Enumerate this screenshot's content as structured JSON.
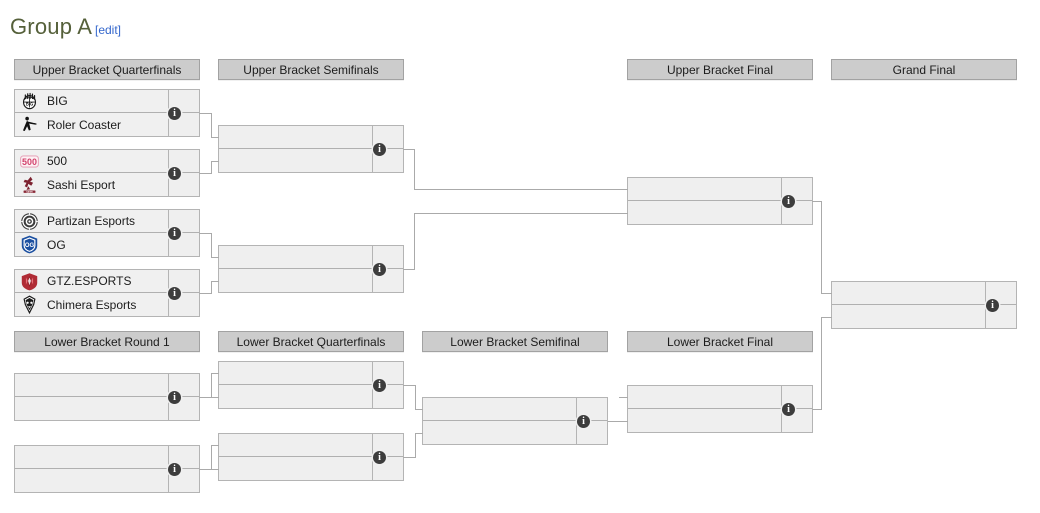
{
  "page": {
    "title": "Group A",
    "edit_label": "[edit]",
    "title_color": "#55603a",
    "link_color": "#3366cc",
    "header_bg": "#cccccc",
    "match_bg": "#f0f0f0",
    "line_color": "#aaaaaa"
  },
  "rounds": [
    {
      "id": "ubqf",
      "label": "Upper Bracket Quarterfinals"
    },
    {
      "id": "ubsf",
      "label": "Upper Bracket Semifinals"
    },
    {
      "id": "ubf",
      "label": "Upper Bracket Final"
    },
    {
      "id": "gf",
      "label": "Grand Final"
    },
    {
      "id": "lbr1",
      "label": "Lower Bracket Round 1"
    },
    {
      "id": "lbqf",
      "label": "Lower Bracket Quarterfinals"
    },
    {
      "id": "lbsf",
      "label": "Lower Bracket Semifinal"
    },
    {
      "id": "lbf",
      "label": "Lower Bracket Final"
    }
  ],
  "matches": {
    "ubqf1": {
      "top": {
        "name": "BIG",
        "logo": "big-logo",
        "score": ""
      },
      "bottom": {
        "name": "Roler Coaster",
        "logo": "roler-coaster-logo",
        "score": ""
      },
      "info": "i"
    },
    "ubqf2": {
      "top": {
        "name": "500",
        "logo": "500-logo",
        "score": ""
      },
      "bottom": {
        "name": "Sashi Esport",
        "logo": "sashi-logo",
        "score": ""
      },
      "info": "i"
    },
    "ubqf3": {
      "top": {
        "name": "Partizan Esports",
        "logo": "partizan-logo",
        "score": ""
      },
      "bottom": {
        "name": "OG",
        "logo": "og-logo",
        "score": ""
      },
      "info": "i"
    },
    "ubqf4": {
      "top": {
        "name": "GTZ.ESPORTS",
        "logo": "gtz-logo",
        "score": ""
      },
      "bottom": {
        "name": "Chimera Esports",
        "logo": "chimera-logo",
        "score": ""
      },
      "info": "i"
    },
    "ubsf1": {
      "top": {
        "name": "",
        "logo": "",
        "score": ""
      },
      "bottom": {
        "name": "",
        "logo": "",
        "score": ""
      },
      "info": "i"
    },
    "ubsf2": {
      "top": {
        "name": "",
        "logo": "",
        "score": ""
      },
      "bottom": {
        "name": "",
        "logo": "",
        "score": ""
      },
      "info": "i"
    },
    "ubf1": {
      "top": {
        "name": "",
        "logo": "",
        "score": ""
      },
      "bottom": {
        "name": "",
        "logo": "",
        "score": ""
      },
      "info": "i"
    },
    "gf1": {
      "top": {
        "name": "",
        "logo": "",
        "score": ""
      },
      "bottom": {
        "name": "",
        "logo": "",
        "score": ""
      },
      "info": "i"
    },
    "lbr1a": {
      "top": {
        "name": "",
        "logo": "",
        "score": ""
      },
      "bottom": {
        "name": "",
        "logo": "",
        "score": ""
      },
      "info": "i"
    },
    "lbr1b": {
      "top": {
        "name": "",
        "logo": "",
        "score": ""
      },
      "bottom": {
        "name": "",
        "logo": "",
        "score": ""
      },
      "info": "i"
    },
    "lbqf1": {
      "top": {
        "name": "",
        "logo": "",
        "score": ""
      },
      "bottom": {
        "name": "",
        "logo": "",
        "score": ""
      },
      "info": "i"
    },
    "lbqf2": {
      "top": {
        "name": "",
        "logo": "",
        "score": ""
      },
      "bottom": {
        "name": "",
        "logo": "",
        "score": ""
      },
      "info": "i"
    },
    "lbsf1": {
      "top": {
        "name": "",
        "logo": "",
        "score": ""
      },
      "bottom": {
        "name": "",
        "logo": "",
        "score": ""
      },
      "info": "i"
    },
    "lbf1": {
      "top": {
        "name": "",
        "logo": "",
        "score": ""
      },
      "bottom": {
        "name": "",
        "logo": "",
        "score": ""
      },
      "info": "i"
    }
  }
}
